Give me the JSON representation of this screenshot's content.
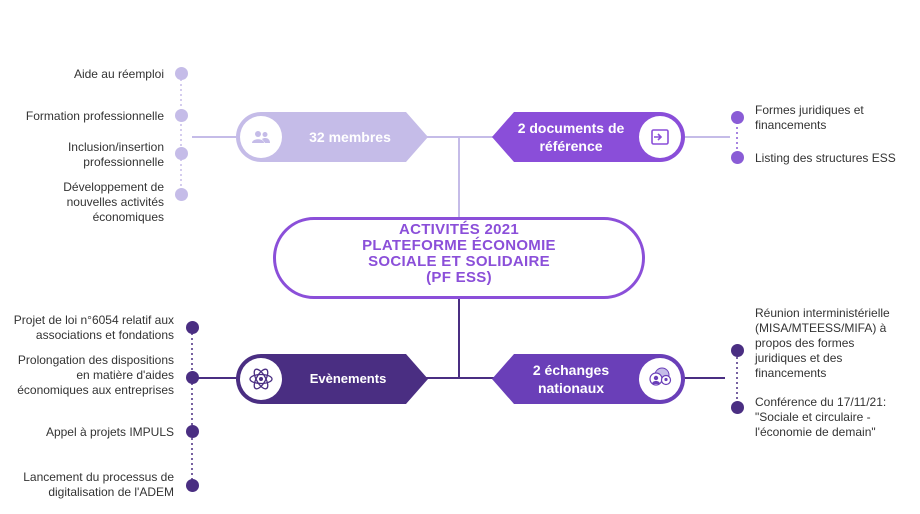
{
  "center": {
    "line1": "ACTIVITÉS 2021",
    "line2": "PLATEFORME ÉCONOMIE",
    "line3": "SOCIALE ET SOLIDAIRE",
    "line4": "(PF ESS)"
  },
  "branches": {
    "members": {
      "label": "32 membres",
      "icon": "people-icon",
      "color": "#c5bce8"
    },
    "documents": {
      "line1": "2 documents de",
      "line2": "référence",
      "icon": "document-arrow-icon",
      "color": "#8a4ed9"
    },
    "events": {
      "label": "Evènements",
      "icon": "atom-icon",
      "color": "#4a2e82"
    },
    "exchanges": {
      "line1": "2 échanges",
      "line2": "nationaux",
      "icon": "chat-people-icon",
      "color": "#6a3fb8"
    }
  },
  "members_items": [
    {
      "lines": [
        "Aide au réemploi"
      ]
    },
    {
      "lines": [
        "Formation professionnelle"
      ]
    },
    {
      "lines": [
        "Inclusion/insertion",
        "professionnelle"
      ]
    },
    {
      "lines": [
        "Développement de",
        "nouvelles activités",
        "économiques"
      ]
    }
  ],
  "documents_items": [
    {
      "lines": [
        "Formes juridiques et",
        "financements"
      ]
    },
    {
      "lines": [
        "Listing des structures ESS"
      ]
    }
  ],
  "events_items": [
    {
      "lines": [
        "Projet de loi n°6054 relatif aux",
        "associations et fondations"
      ]
    },
    {
      "lines": [
        "Prolongation des dispositions",
        "en matière d'aides",
        "économiques aux entreprises"
      ]
    },
    {
      "lines": [
        "Appel à projets IMPULS"
      ]
    },
    {
      "lines": [
        "Lancement du processus de",
        "digitalisation de l'ADEM"
      ]
    }
  ],
  "exchanges_items": [
    {
      "lines": [
        "Réunion interministérielle",
        "(MISA/MTEESS/MIFA) à",
        "propos des formes",
        "juridiques et des",
        "financements"
      ]
    },
    {
      "lines": [
        "Conférence du 17/11/21:",
        "\"Sociale et circulaire -",
        "l'économie de demain\""
      ]
    }
  ]
}
